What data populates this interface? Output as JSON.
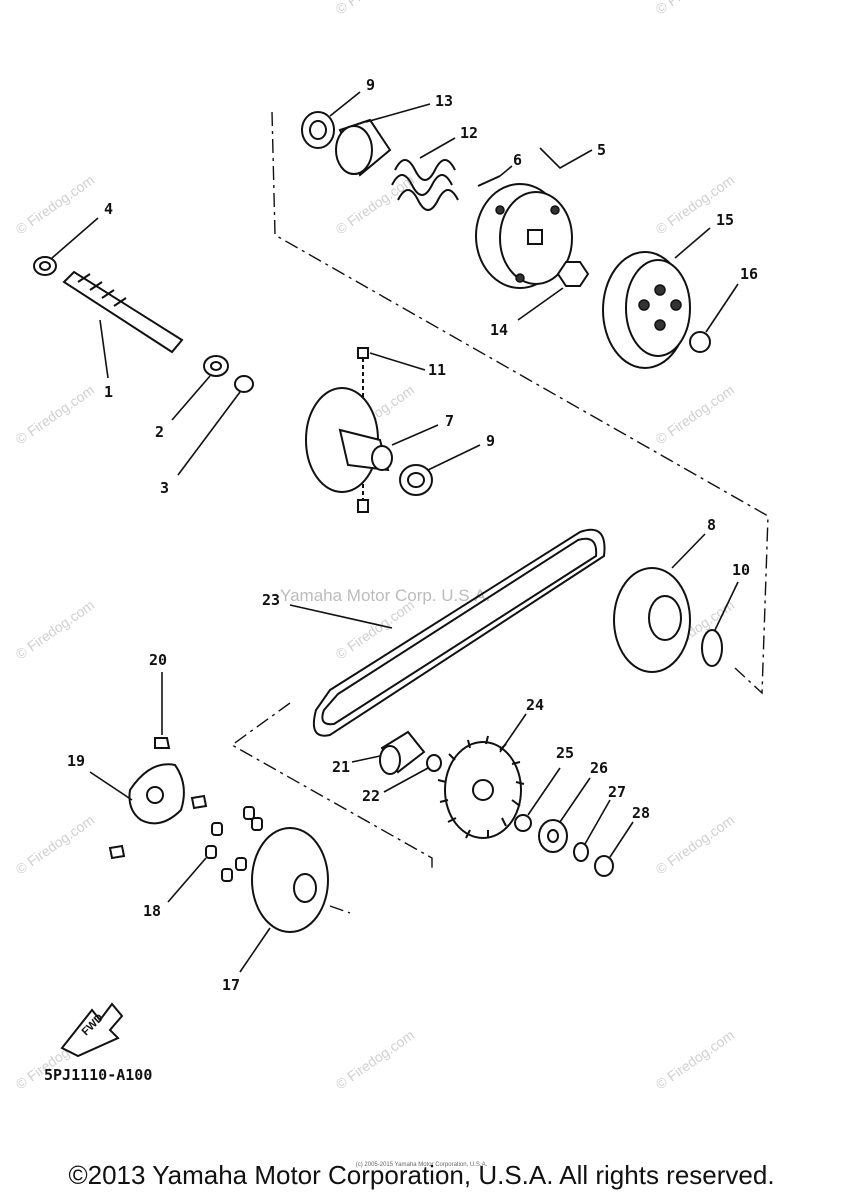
{
  "diagram": {
    "drawing_code": "5PJ1110-A100",
    "watermark_site": "© Firedog.com",
    "watermark_corp": "Yamaha Motor Corp. U.S.A.",
    "fwd_label": "FWD",
    "part_labels": {
      "p1": "1",
      "p2": "2",
      "p3": "3",
      "p4": "4",
      "p5": "5",
      "p6": "6",
      "p7": "7",
      "p8": "8",
      "p9a": "9",
      "p9b": "9",
      "p10": "10",
      "p11": "11",
      "p12": "12",
      "p13": "13",
      "p14": "14",
      "p15": "15",
      "p16": "16",
      "p17": "17",
      "p18": "18",
      "p19": "19",
      "p20": "20",
      "p21": "21",
      "p22": "22",
      "p23": "23",
      "p24": "24",
      "p25": "25",
      "p26": "26",
      "p27": "27",
      "p28": "28"
    }
  },
  "footer": {
    "copyright": "©2013 Yamaha Motor Corporation, U.S.A. All rights reserved.",
    "tiny_notice": "(c) 2005-2015 Yamaha Motor Corporation, U.S.A."
  },
  "icons": [
    "fwd-arrow-icon"
  ]
}
